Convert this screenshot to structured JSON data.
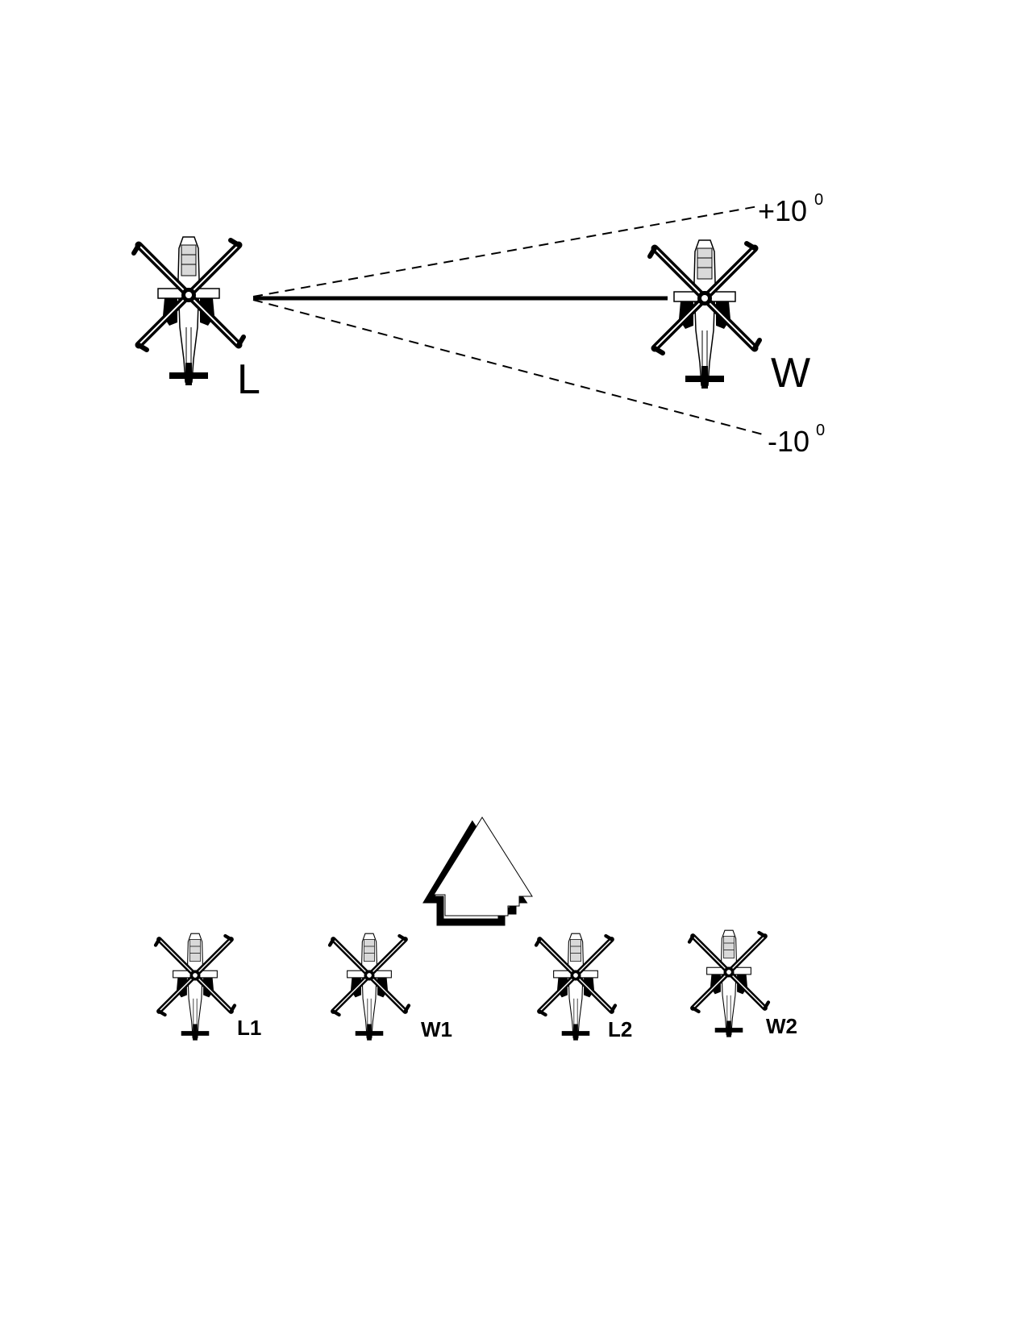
{
  "diagram_top": {
    "leader_label": "L",
    "wingman_label": "W",
    "upper_angle": {
      "value": "+10",
      "unit": "0"
    },
    "lower_angle": {
      "value": "-10",
      "unit": "0"
    }
  },
  "diagram_bottom": {
    "aircraft_labels": [
      "L1",
      "W1",
      "L2",
      "W2"
    ],
    "direction_icon": "heading-arrow-icon"
  },
  "colors": {
    "ink": "#000000",
    "paper": "#ffffff",
    "light": "#bdbdbd"
  }
}
